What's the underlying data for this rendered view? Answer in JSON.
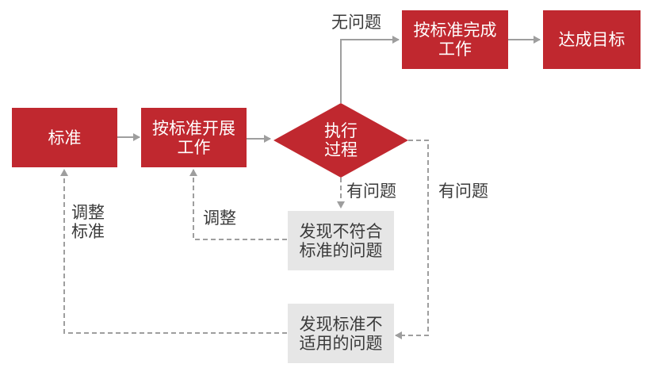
{
  "nodes": {
    "standard": "标准",
    "execute_work": "按标准开展\n工作",
    "decision": "执行\n过程",
    "complete_work": "按标准完成\n工作",
    "goal": "达成目标",
    "nonconform": "发现不符合\n标准的问题",
    "inapplicable": "发现标准不\n适用的问题"
  },
  "labels": {
    "no_problem": "无问题",
    "has_problem_1": "有问题",
    "has_problem_2": "有问题",
    "adjust": "调整",
    "adjust_standard": "调整\n标准"
  },
  "colors": {
    "red_box": "#c0282f",
    "gray_box": "#e6e6e6",
    "arrow": "#9e9e9e",
    "text_dark": "#3a3a3a"
  }
}
